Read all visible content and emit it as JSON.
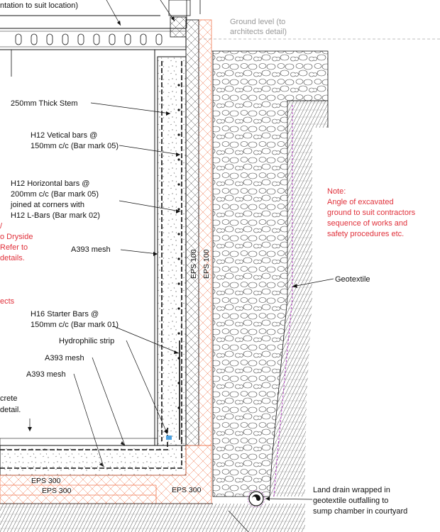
{
  "labels": {
    "top_partial": "ntation to suit location)",
    "ground_level_1": "Ground level (to",
    "ground_level_2": "architects detail)",
    "stem": "250mm Thick Stem",
    "vbars_1": "H12 Vetical bars @",
    "vbars_2": "150mm c/c (Bar mark 05)",
    "hbars_1": "H12 Horizontal bars @",
    "hbars_2": "200mm c/c (Bar mark 05)",
    "hbars_3": "joined at corners with",
    "hbars_4": "H12 L-Bars (Bar mark 02)",
    "a393_wall": "A393 mesh",
    "eps100_a": "EPS 100",
    "eps100_b": "EPS 100",
    "geotextile": "Geotextile",
    "starter_1": "H16 Starter Bars @",
    "starter_2": "150mm c/c (Bar mark 01)",
    "hydrophilic": "Hydrophilic strip",
    "a393_slab_1": "A393 mesh",
    "a393_slab_2": "A393 mesh",
    "concrete_1": "crete",
    "concrete_2": "detail.",
    "eps300_a": "EPS 300",
    "eps300_b": "EPS 300",
    "eps300_c": "EPS 300",
    "drain_1": "Land drain wrapped in",
    "drain_2": "geotextile outfalling to",
    "drain_3": "sump chamber in courtyard"
  },
  "red_text": {
    "partial_1": "/",
    "partial_2": "o Dryside",
    "partial_3": "Refer to",
    "partial_4": "details.",
    "partial_5": "ects",
    "note_title": "Note:",
    "note_1": "Angle of excavated",
    "note_2": "ground to suit contractors",
    "note_3": "sequence of works and",
    "note_4": "safety procedures etc."
  },
  "colors": {
    "line": "#111111",
    "insulation": "#f07850",
    "note": "#e0303a",
    "geotextile": "#b040c0",
    "ground_label": "#999999",
    "hydrophilic": "#4aa0e0"
  }
}
